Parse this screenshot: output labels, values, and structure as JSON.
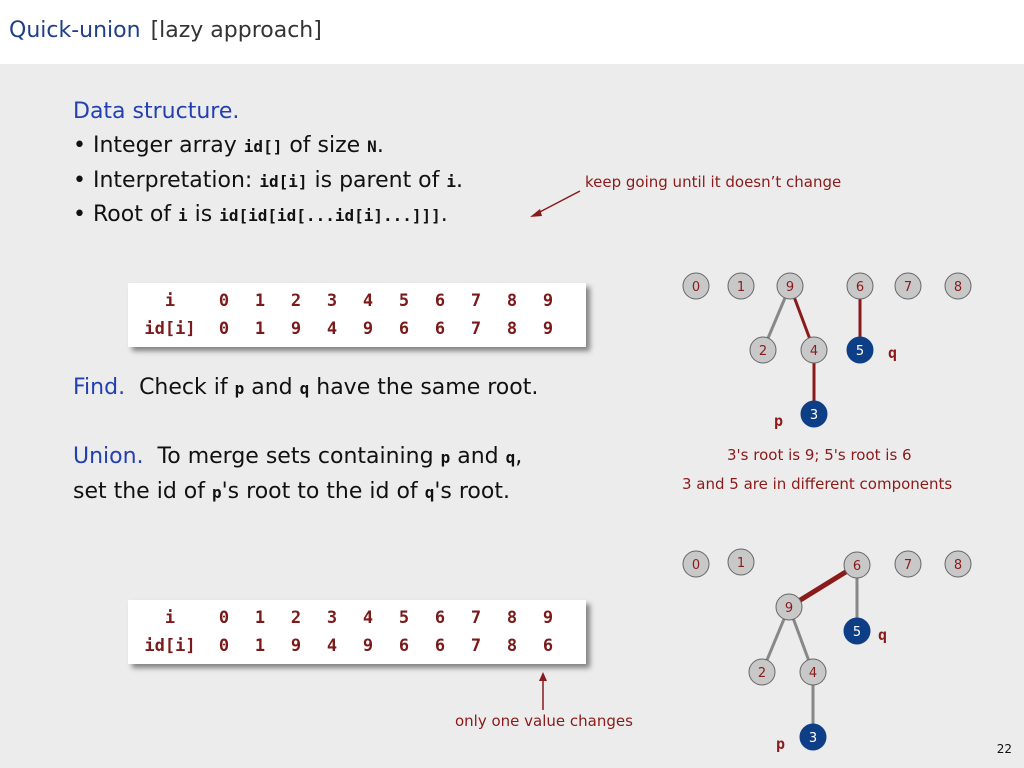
{
  "header": {
    "title": "Quick-union",
    "subtitle": "[lazy approach]"
  },
  "data_structure": {
    "heading": "Data structure.",
    "bullet1": {
      "pre": "Integer array ",
      "code1": "id[]",
      "mid": " of size ",
      "code2": "N",
      "post": "."
    },
    "bullet2": {
      "pre": "Interpretation:  ",
      "code1": "id[i]",
      "mid": " is parent of ",
      "code2": "i",
      "post": "."
    },
    "bullet3": {
      "pre": "Root of ",
      "code1": "i",
      "mid": " is ",
      "code2": "id[id[id[...id[i]...]]]",
      "post": "."
    },
    "annotation": "keep going until it doesn’t change"
  },
  "table_before": {
    "row_labels": [
      "i",
      "id[i]"
    ],
    "i": [
      "0",
      "1",
      "2",
      "3",
      "4",
      "5",
      "6",
      "7",
      "8",
      "9"
    ],
    "id": [
      "0",
      "1",
      "9",
      "4",
      "9",
      "6",
      "6",
      "7",
      "8",
      "9"
    ]
  },
  "find": {
    "label": "Find.",
    "pre": "  Check if ",
    "p": "p",
    "mid": " and ",
    "q": "q",
    "post": " have the same root."
  },
  "union": {
    "label": "Union.",
    "pre": "  To merge sets containing ",
    "p": "p",
    "mid": " and ",
    "q": "q",
    "post": ",",
    "line2_pre": "set the id of ",
    "line2_p": "p",
    "line2_mid": "'s root to the id of ",
    "line2_q": "q",
    "line2_post": "'s root."
  },
  "table_after": {
    "row_labels": [
      "i",
      "id[i]"
    ],
    "i": [
      "0",
      "1",
      "2",
      "3",
      "4",
      "5",
      "6",
      "7",
      "8",
      "9"
    ],
    "id": [
      "0",
      "1",
      "9",
      "4",
      "9",
      "6",
      "6",
      "7",
      "8",
      "6"
    ]
  },
  "table_after_note": "only one value changes",
  "tree_top": {
    "nodes": [
      "0",
      "1",
      "9",
      "6",
      "7",
      "8",
      "2",
      "4",
      "5",
      "3"
    ],
    "p_label": "p",
    "q_label": "q",
    "caption1": "3's root is 9; 5's root is 6",
    "caption2": "3 and 5 are in different components"
  },
  "tree_bottom": {
    "nodes": [
      "0",
      "1",
      "6",
      "7",
      "8",
      "9",
      "5",
      "2",
      "4",
      "3"
    ],
    "p_label": "p",
    "q_label": "q"
  },
  "page_number": "22",
  "colors": {
    "title_blue": "#1f3f86",
    "heading_blue": "#2340b0",
    "dark_red": "#8b1a1a",
    "node_gray": "#c8c8c8",
    "node_dark_blue": "#0e3f86"
  }
}
